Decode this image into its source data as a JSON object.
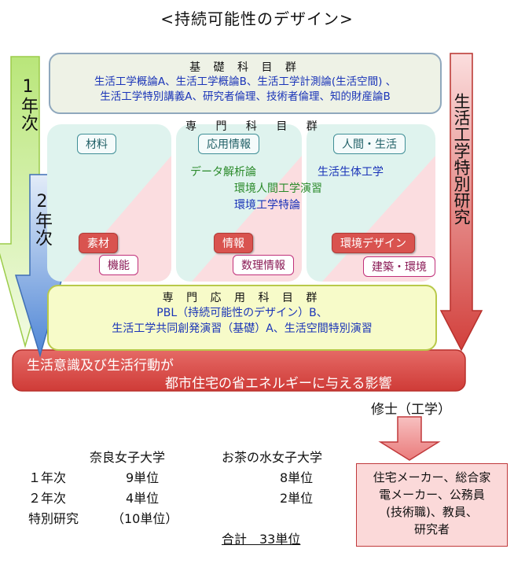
{
  "title": "<持続可能性のデザイン>",
  "kiso": {
    "heading": "基 礎 科 目 群",
    "line1": "生活工学概論A、生活工学概論B、生活工学計測論(生活空間) 、",
    "line2": "生活工学特別講義A、研究者倫理、技術者倫理、知的財産論B"
  },
  "senmon": {
    "heading": "専 門 科 目 群",
    "categories": [
      "材料",
      "応用情報",
      "人間・生活"
    ],
    "courses": [
      "データ解析論",
      "生活生体工学",
      "環境人間工学演習",
      "環境工学特論"
    ],
    "red_tags": [
      "素材",
      "情報",
      "環境デザイン"
    ],
    "pink_tags": [
      "機能",
      "数理情報",
      "建築・環境"
    ]
  },
  "ouyou": {
    "heading": "専 門 応 用 科 目 群",
    "line1": "PBL（持続可能性のデザイン）B、",
    "line2": "生活工学共同創発演習（基礎）A、生活空間特別演習"
  },
  "years": {
    "first": "1年次",
    "second": "2年次"
  },
  "tokubetsu": "生活工学特別研究",
  "impact": {
    "line1": "生活意識及び生活行動が",
    "line2": "都市住宅の省エネルギーに与える影響"
  },
  "degree": "修士（工学）",
  "career": {
    "lines": [
      "住宅メーカー、総合家",
      "電メーカー、公務員",
      "(技術職)、教員、",
      "研究者"
    ]
  },
  "credits": {
    "col1_header": "奈良女子大学",
    "col2_header": "お茶の水女子大学",
    "rows": [
      {
        "label": "１年次",
        "nara": "9単位",
        "ocha": "8単位"
      },
      {
        "label": "２年次",
        "nara": "4単位",
        "ocha": "2単位"
      },
      {
        "label": "特別研究",
        "nara": "（10単位）",
        "ocha": ""
      }
    ],
    "total": "合計　33単位"
  },
  "colors": {
    "green_arrow": "#c7ea86",
    "blue_arrow": "#5d8fd8",
    "red_arrow": "#d9534f",
    "panel_teal": "#dff3ee",
    "panel_pink": "#fbdde0"
  }
}
